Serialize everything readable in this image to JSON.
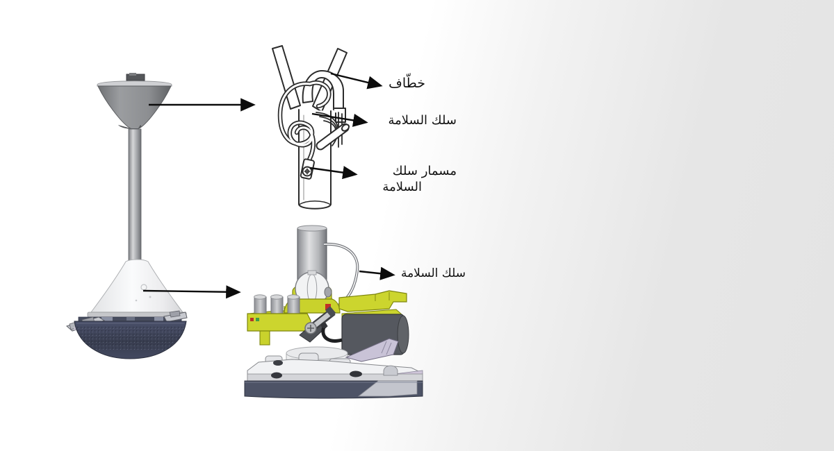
{
  "annotations": {
    "hook": "خطّاف",
    "safety_wire_upper": "سلك السلامة",
    "screw_line1": "مسمار سلك",
    "screw_line2": "السلامة",
    "safety_wire_lower": "سلك السلامة"
  },
  "colors": {
    "background_right": "#e4e4e4",
    "arrow_black": "#0c0c0c",
    "label_text": "#111111",
    "line_art_stroke": "#2b2b2b",
    "canopy_gray": "#8f9194",
    "dome_slate": "#424860",
    "bracket_yellow": "#ccd52e",
    "motor_gray": "#55585f",
    "blade_lavender": "#c9c3d7",
    "hull_slate": "#4d5366"
  }
}
